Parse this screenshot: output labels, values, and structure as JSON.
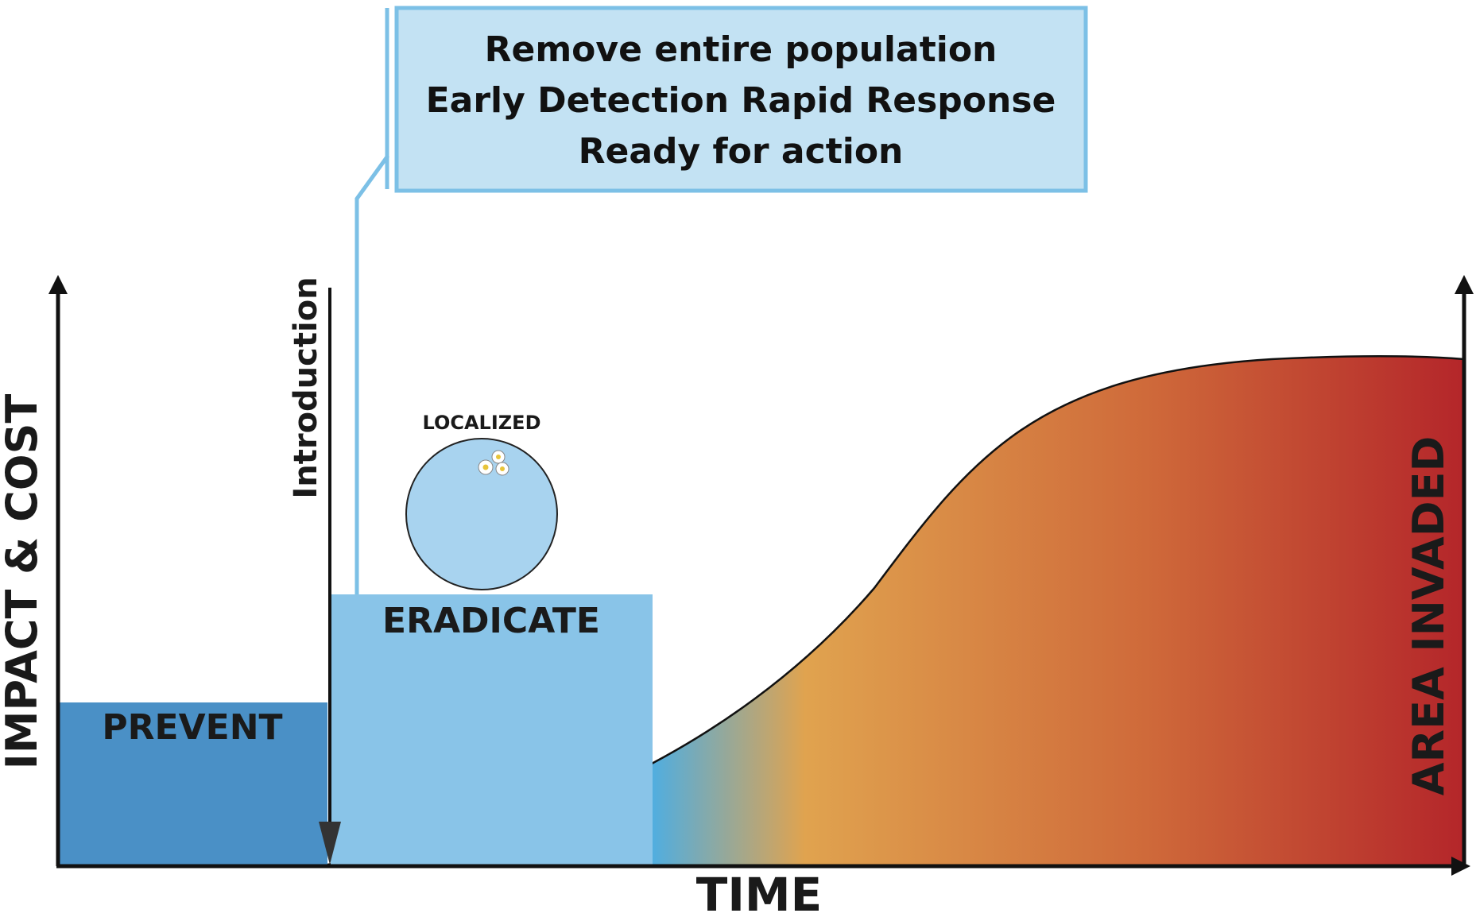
{
  "callout": {
    "lines": [
      "Remove entire population",
      "Early Detection Rapid Response",
      "Ready for action"
    ]
  },
  "labels": {
    "y_axis": "IMPACT & COST",
    "x_axis": "TIME",
    "right_axis": "AREA INVADED",
    "introduction": "Introduction",
    "prevent": "PREVENT",
    "eradicate": "ERADICATE",
    "localized": "LOCALIZED"
  },
  "colors": {
    "prevent_fill": "#4a90c6",
    "eradicate_fill": "#89c4e8",
    "callout_fill": "#c3e2f3",
    "callout_border": "#7cc0e6",
    "circle_fill": "#a8d3ef",
    "curve_gradient": [
      "#4aaee6",
      "#e0a34f",
      "#cf6a3a",
      "#b4262a"
    ],
    "axis": "#111111"
  },
  "icons": {
    "flowers": "daisy-flowers-icon"
  }
}
